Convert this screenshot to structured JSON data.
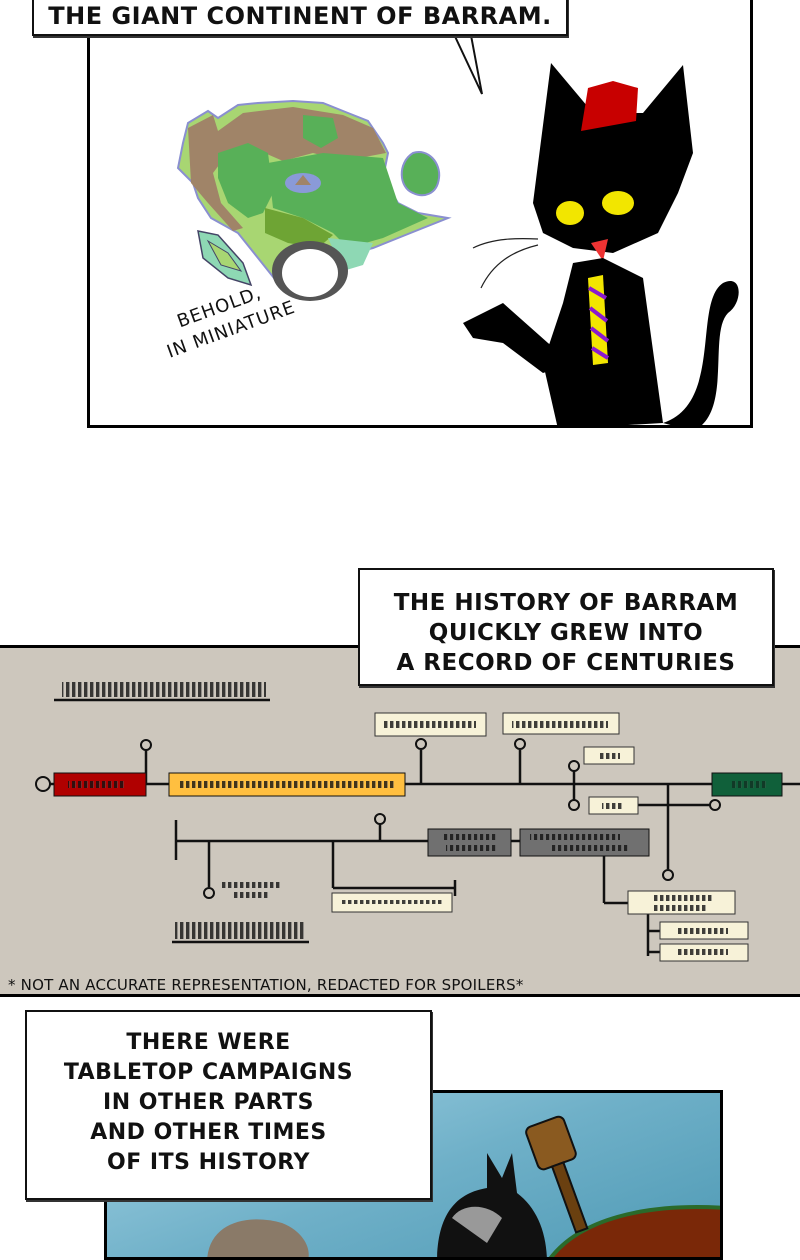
{
  "panel1": {
    "bubble_text": "THE GIANT CONTINENT OF BARRAM.",
    "caption_line1": "BEHOLD,",
    "caption_line2": "IN MINIATURE"
  },
  "panel2": {
    "bubble_lines": [
      "THE HISTORY OF BARRAM",
      "QUICKLY GREW INTO",
      "A RECORD OF CENTURIES"
    ],
    "footnote": "* NOT AN ACCURATE REPRESENTATION, REDACTED FOR SPOILERS*",
    "colors": {
      "background": "#cdc7bd",
      "era_red": "#b00000",
      "era_yellow": "#ffbf40",
      "era_green": "#10603a",
      "era_gray": "#707070",
      "label_cream": "#f7f2d8"
    }
  },
  "panel3": {
    "bubble_lines": [
      "THERE WERE",
      "TABLETOP CAMPAIGNS",
      "IN OTHER PARTS",
      "AND OTHER TIMES",
      "OF ITS HISTORY"
    ]
  }
}
